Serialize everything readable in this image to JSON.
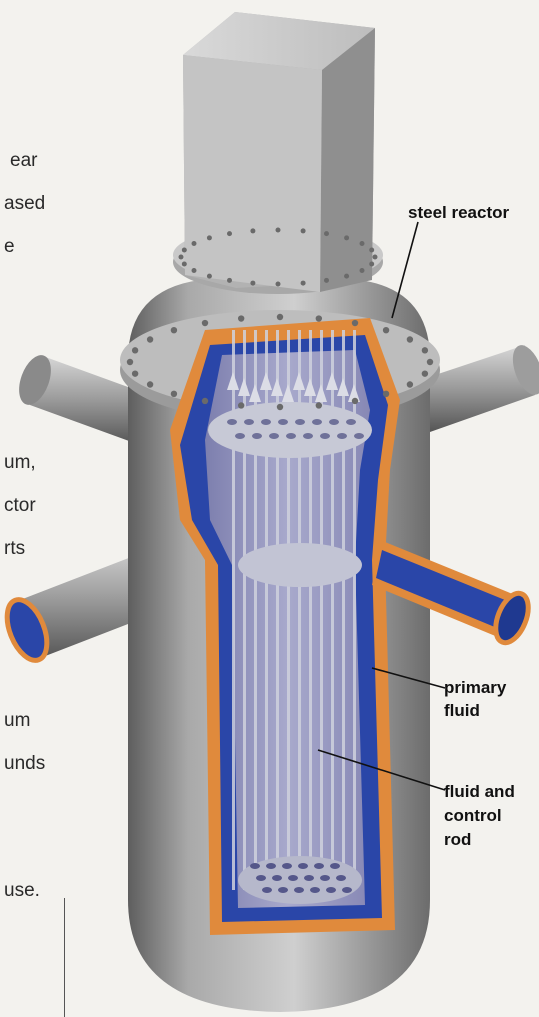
{
  "left_column_fragments": [
    "ear",
    "ased",
    "e",
    "um,",
    "ctor",
    "rts",
    "um",
    "unds",
    "use."
  ],
  "callouts": {
    "steel_reactor": "steel reactor",
    "primary_fluid_line1": "primary",
    "primary_fluid_line2": "fluid",
    "fluid_control_line1": "fluid and",
    "fluid_control_line2": "control",
    "fluid_control_line3": "rod"
  },
  "colors": {
    "shell": "#8e8e8e",
    "insulation": "#e08a3c",
    "primary_fluid": "#2a46a8",
    "core_interior": "#8e8fb8",
    "rods": "#c8cad6"
  }
}
